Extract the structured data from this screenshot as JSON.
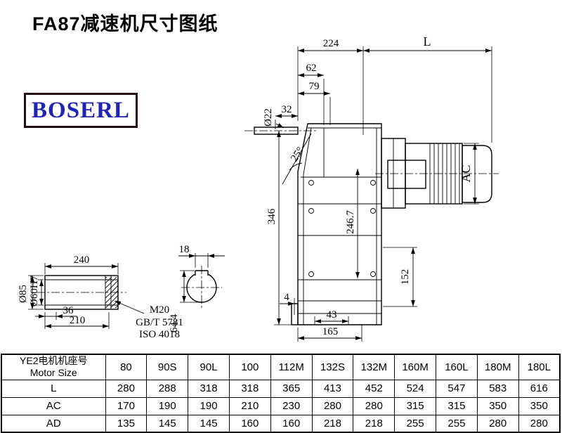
{
  "page": {
    "title": "FA87减速机尺寸图纸",
    "logo_text": "BOSERL"
  },
  "drawing": {
    "dims": {
      "d224": "224",
      "L": "L",
      "d62": "62",
      "d79": "79",
      "d32": "32",
      "dia22": "Ø22",
      "a25": "25°",
      "d346": "346",
      "d246_7": "246.7",
      "AC": "AC",
      "d152": "152",
      "d4": "4",
      "d43": "43",
      "d165": "165",
      "d240": "240",
      "dia85": "Ø85",
      "dia60": "Ø60H7",
      "d36": "36",
      "d210": "210",
      "d18": "18",
      "d64_4": "64.4",
      "thread": "M20",
      "std1": "GB/T 5781",
      "std2": "ISO 4018"
    }
  },
  "table": {
    "header": {
      "line1": "YE2电机机座号",
      "line2": "Motor Size"
    },
    "columns": [
      "80",
      "90S",
      "90L",
      "100",
      "112M",
      "132S",
      "132M",
      "160M",
      "160L",
      "180M",
      "180L"
    ],
    "rows": [
      {
        "label": "L",
        "values": [
          "280",
          "288",
          "318",
          "318",
          "365",
          "413",
          "452",
          "524",
          "547",
          "583",
          "616"
        ]
      },
      {
        "label": "AC",
        "values": [
          "170",
          "190",
          "190",
          "210",
          "230",
          "280",
          "280",
          "315",
          "315",
          "350",
          "350"
        ]
      },
      {
        "label": "AD",
        "values": [
          "135",
          "145",
          "145",
          "160",
          "160",
          "218",
          "218",
          "255",
          "255",
          "280",
          "280"
        ]
      }
    ]
  }
}
